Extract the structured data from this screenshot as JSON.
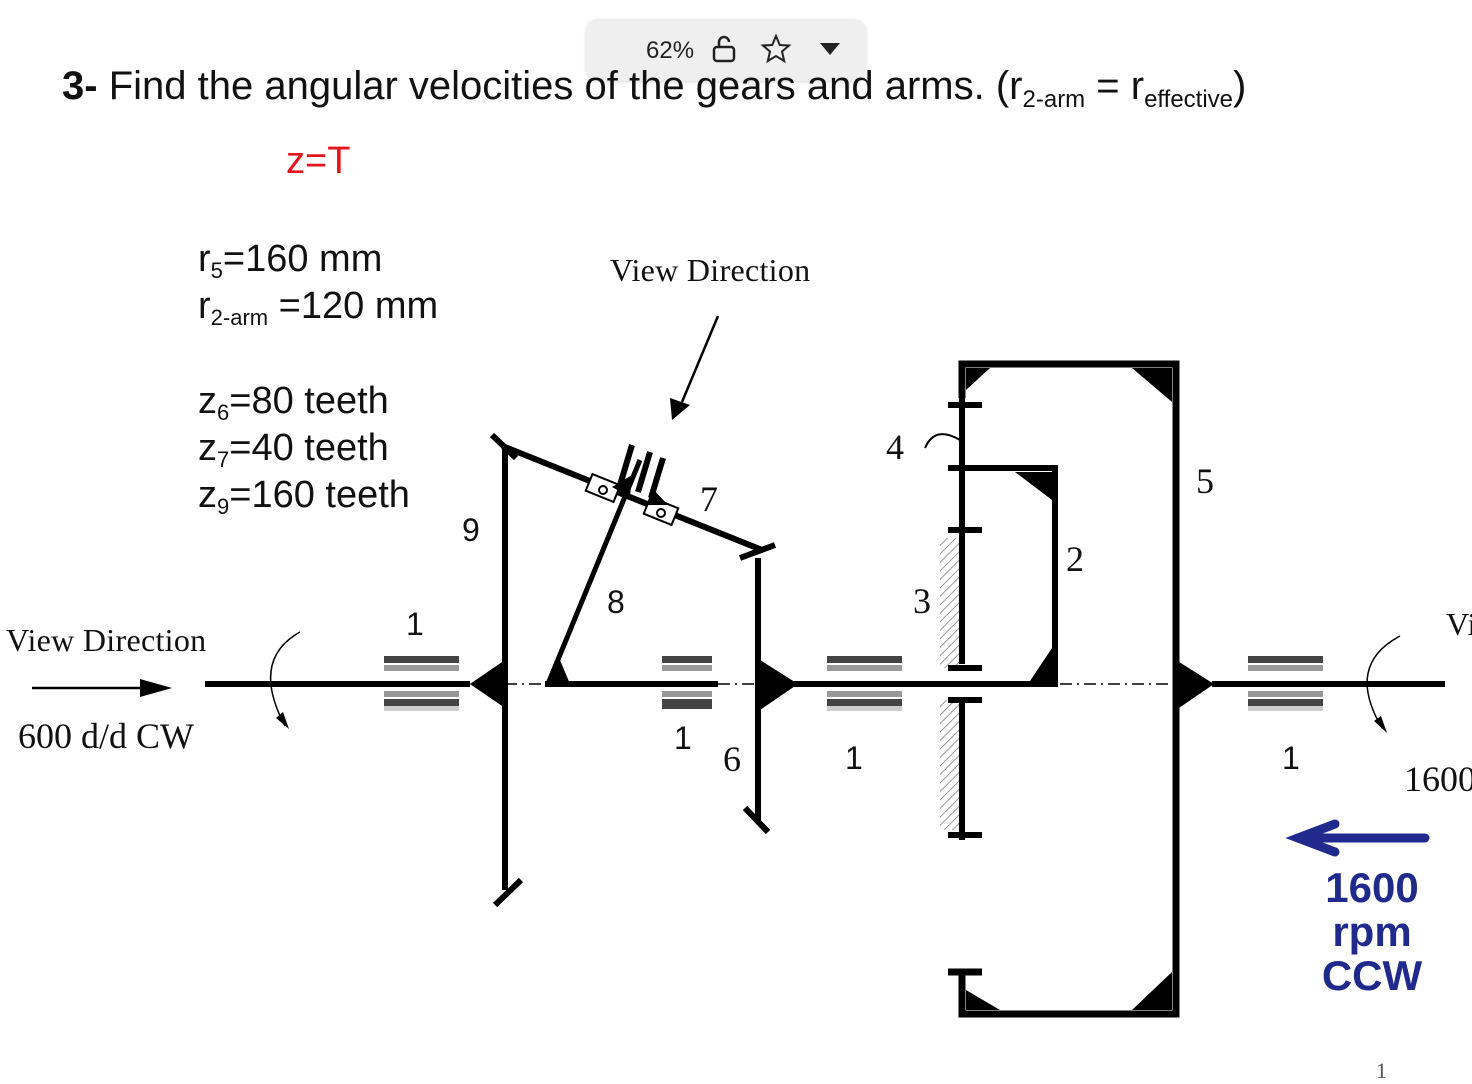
{
  "viewer": {
    "zoom": "62%",
    "icons": [
      "unlock-icon",
      "star-icon",
      "dropdown-arrow-icon"
    ]
  },
  "question": {
    "number": "3-",
    "text": "Find the angular velocities of the gears and arms. (r",
    "sub1": "2-arm",
    "eq": " = r",
    "sub2": "effective",
    "close": ")"
  },
  "note": "z=T",
  "given": {
    "r5": {
      "sym": "r",
      "sub": "5",
      "val": "=160 mm"
    },
    "r2arm": {
      "sym": "r",
      "sub": "2-arm",
      "val": " =120 mm"
    },
    "z6": {
      "sym": "z",
      "sub": "6",
      "val": "=80 teeth"
    },
    "z7": {
      "sym": "z",
      "sub": "7",
      "val": "=40 teeth"
    },
    "z9": {
      "sym": "z",
      "sub": "9",
      "val": "=160 teeth"
    }
  },
  "view_direction": "View Direction",
  "view_direction_right": "Vi",
  "input_speed": "600 d/d  CW",
  "output_speed_cut": "1600",
  "handwritten": {
    "line1": "1600",
    "line2": "rpm",
    "line3": "CCW"
  },
  "part_labels": {
    "p1a": "1",
    "p1b": "1",
    "p1c": "1",
    "p1d": "1",
    "p2": "2",
    "p3": "3",
    "p4": "4",
    "p5": "5",
    "p6": "6",
    "p7": "7",
    "p8": "8",
    "p9": "9"
  },
  "page_number": "1",
  "colors": {
    "red_note": "#e3141a",
    "handwriting": "#1f2a8c",
    "ink": "#111111"
  }
}
